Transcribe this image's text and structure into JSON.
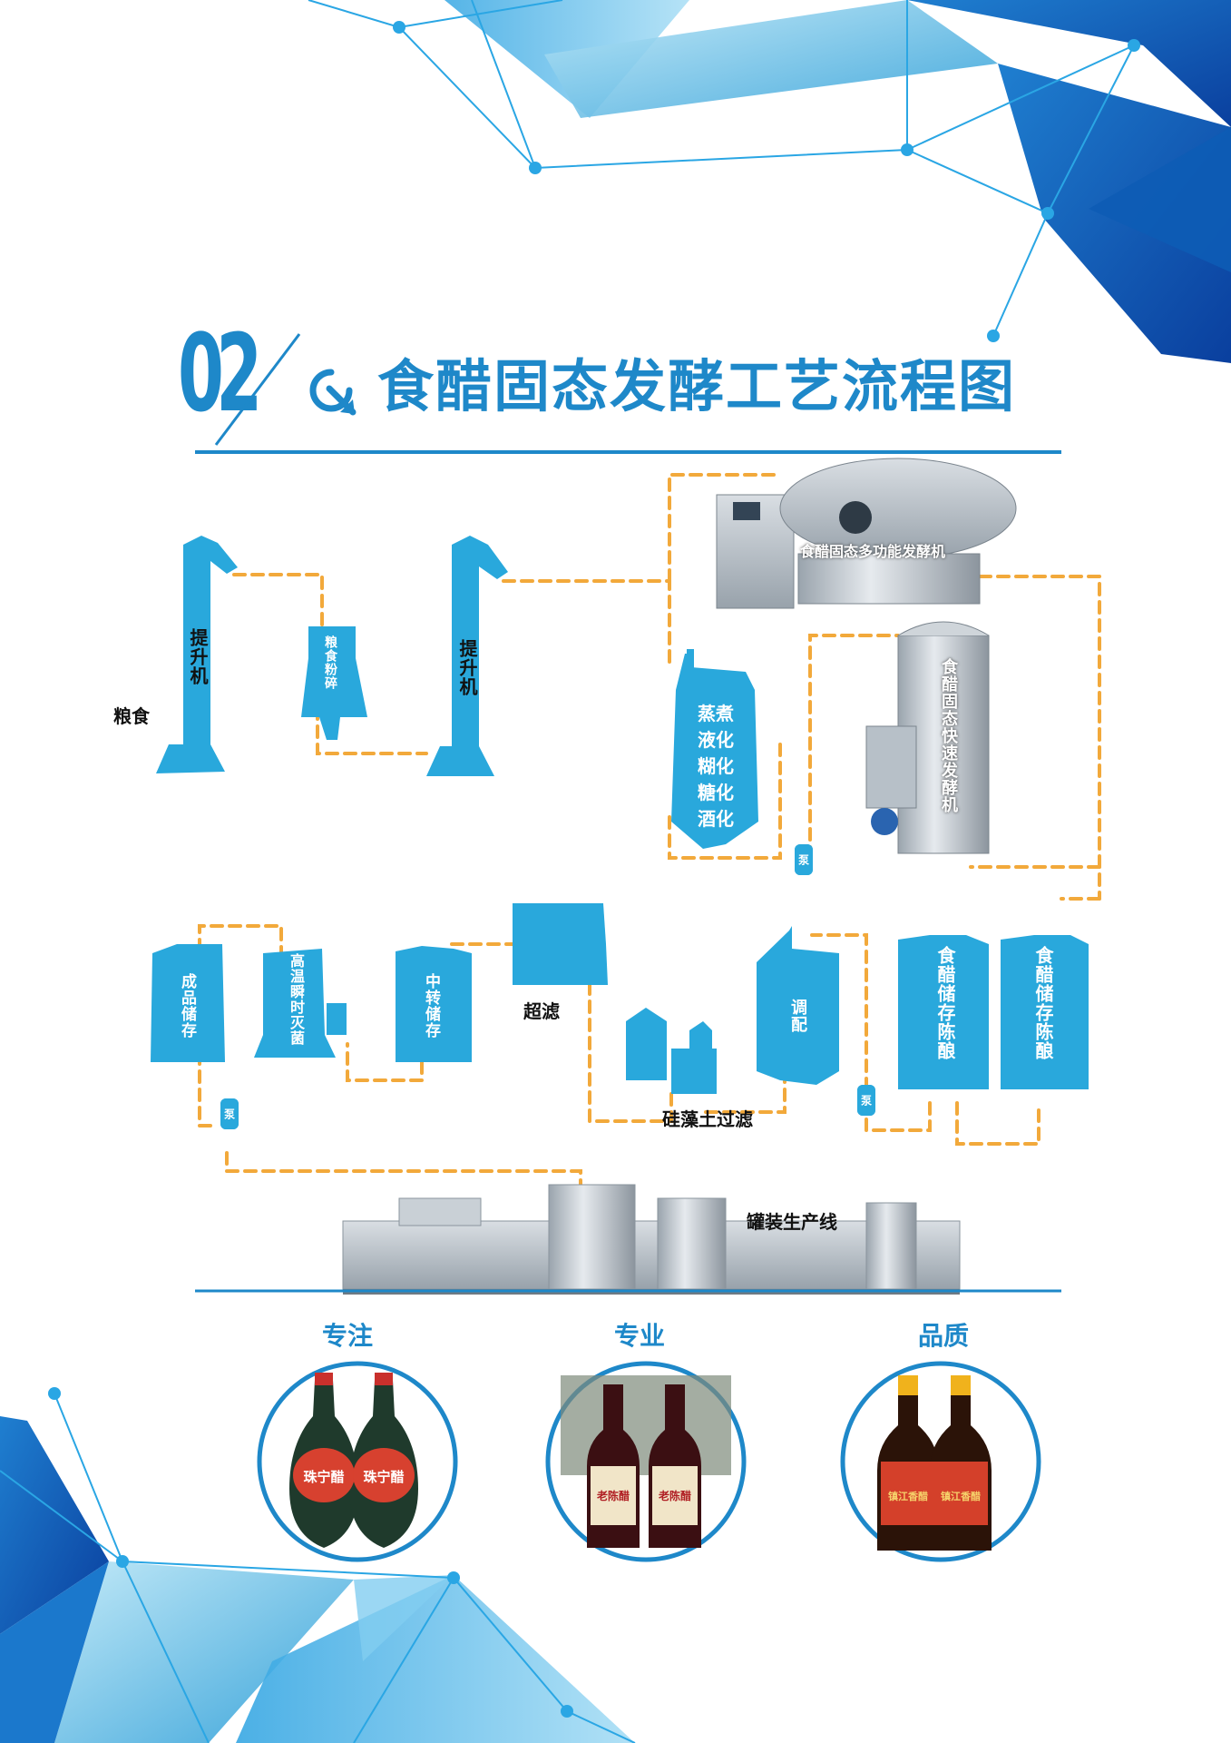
{
  "header": {
    "number": "02",
    "title": "食醋固态发酵工艺流程图"
  },
  "flow": {
    "raw_material": "粮食",
    "elevator_1": "提升机",
    "grinder": "粮食粉碎",
    "elevator_2": "提升机",
    "multi_fermenter": "食醋固态多功能发酵机",
    "cooking_lines": [
      "蒸煮",
      "液化",
      "糊化",
      "糖化",
      "酒化"
    ],
    "pump": "泵",
    "fast_fermenter": "食醋固态快速发酵机",
    "aging_tank_1": "食醋储存陈酿",
    "aging_tank_2": "食醋储存陈酿",
    "blending": "调配",
    "diatomite_filter": "硅藻土过滤",
    "ultrafiltration": "超滤",
    "transfer_storage": "中转储存",
    "sterilizer": "高温瞬时灭菌",
    "product_storage": "成品储存",
    "filling_line": "罐装生产线"
  },
  "badges": [
    {
      "title": "专注",
      "label": "珠宁醋"
    },
    {
      "title": "专业",
      "label": "老陈醋"
    },
    {
      "title": "品质",
      "label": "镇江香醋"
    }
  ],
  "colors": {
    "primary_blue": "#1e88c9",
    "light_blue": "#29a8dc",
    "pipe_orange": "#f2a93b"
  }
}
